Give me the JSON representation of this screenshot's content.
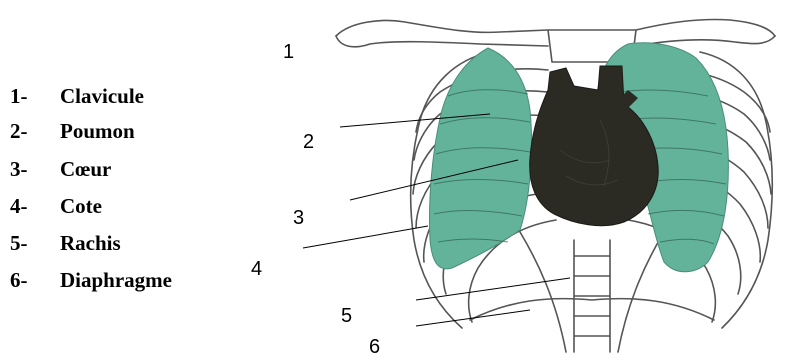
{
  "legend": {
    "items": [
      {
        "number": "1-",
        "label": "Clavicule"
      },
      {
        "number": "2-",
        "label": "Poumon"
      },
      {
        "number": "3-",
        "label": "Cœur"
      },
      {
        "number": "4-",
        "label": "Cote"
      },
      {
        "number": "5-",
        "label": "Rachis"
      },
      {
        "number": "6-",
        "label": "Diaphragme"
      }
    ]
  },
  "callouts": [
    "1",
    "2",
    "3",
    "4",
    "5",
    "6"
  ],
  "colors": {
    "lung": "#63b39a",
    "heart": "#2b2b24",
    "bone_outline": "#555555",
    "text": "#000000"
  }
}
